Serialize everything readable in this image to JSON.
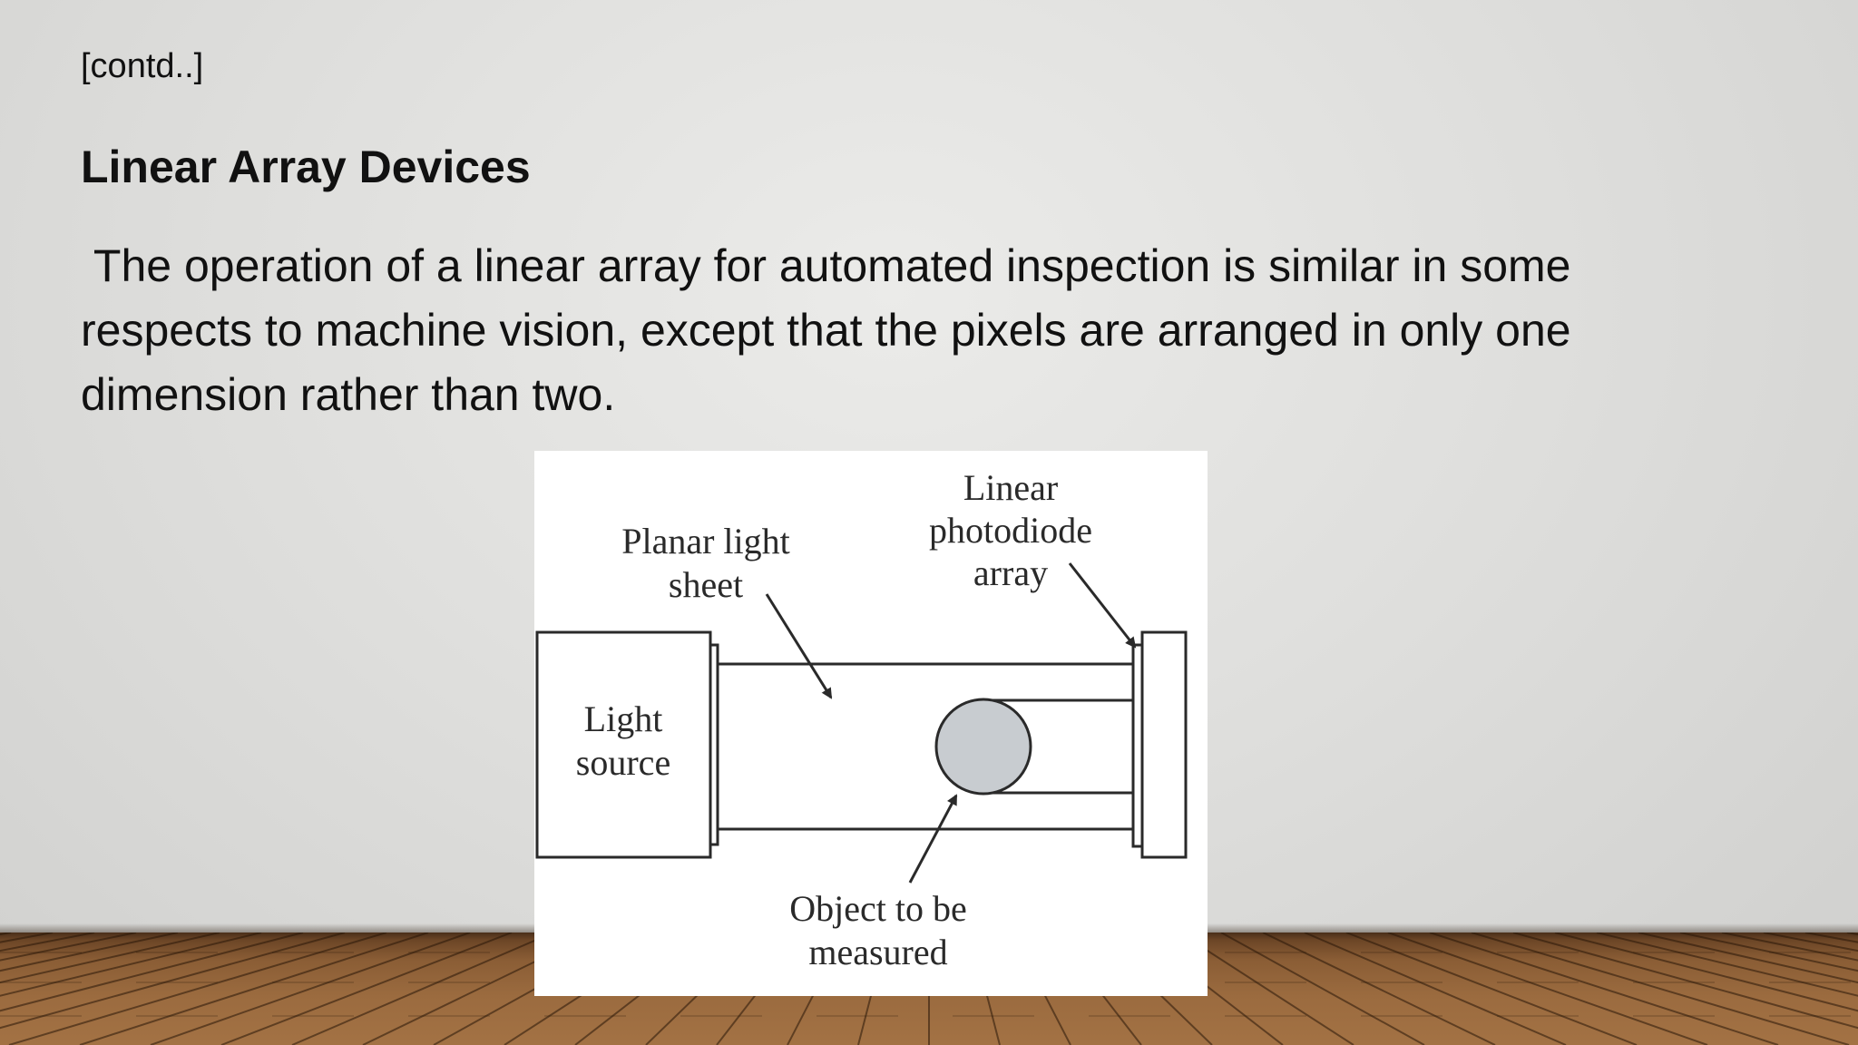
{
  "slide": {
    "contd": "[contd..]",
    "title": "Linear Array Devices",
    "body": " The operation of a linear array for automated inspection is similar in some\nrespects to machine vision, except that the pixels are arranged in only one\ndimension rather than two."
  },
  "figure": {
    "labels": {
      "planar_light_1": "Planar light",
      "planar_light_2": "sheet",
      "linear_1": "Linear",
      "linear_2": "photodiode",
      "linear_3": "array",
      "light_1": "Light",
      "light_2": "source",
      "object_1": "Object to be",
      "object_2": "measured"
    },
    "colors": {
      "object_fill": "#c8ccd0",
      "stroke": "#2a2a2a"
    }
  },
  "background": {
    "floor_color": "#9b6b3f",
    "wall_color": "#e2e2e0"
  }
}
